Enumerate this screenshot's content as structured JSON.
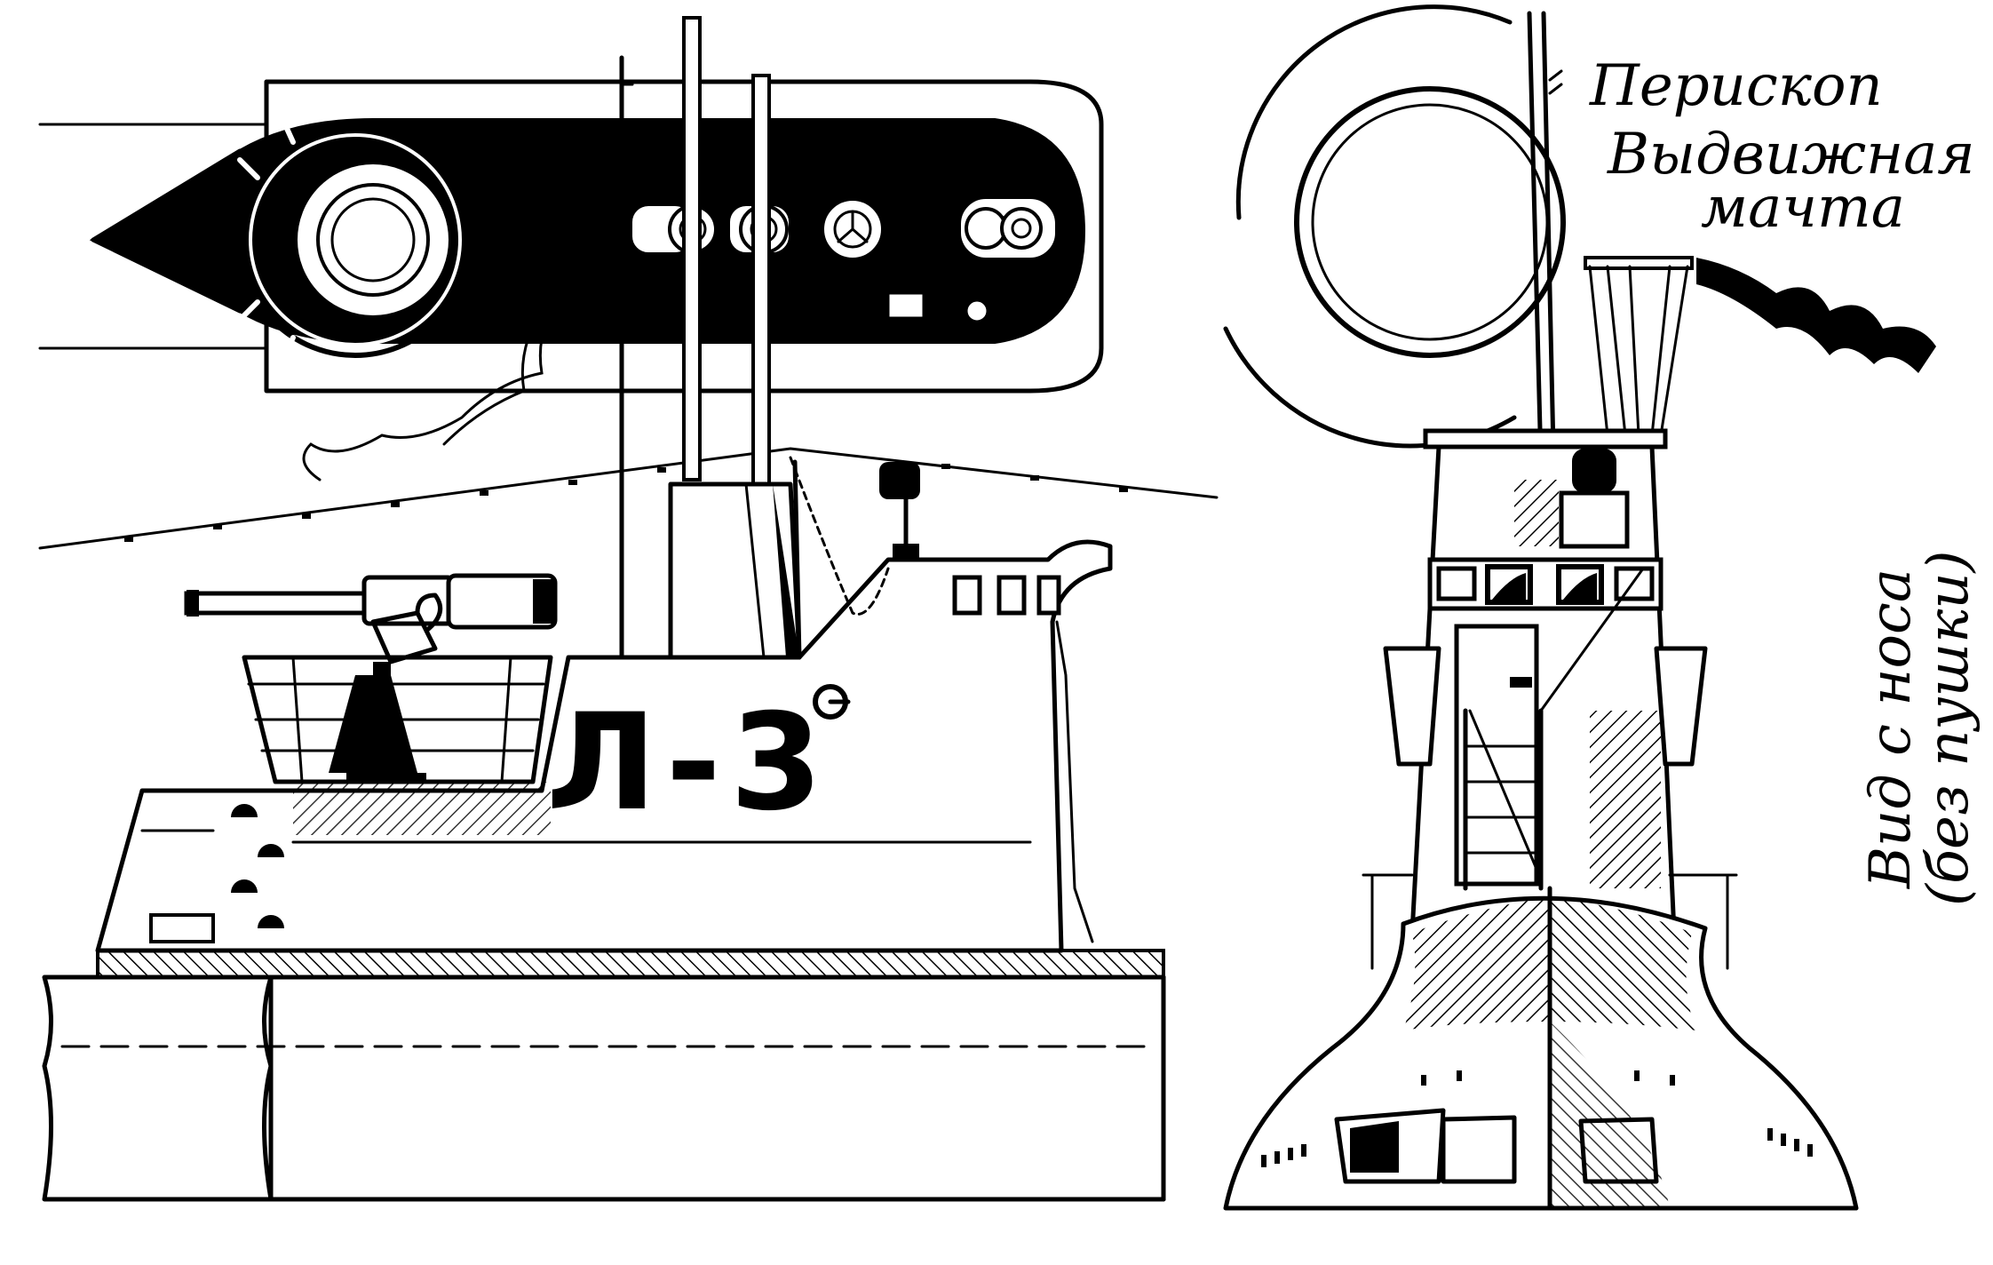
{
  "labels": {
    "periscope": "Перископ",
    "mast_line1": "Выдвижная",
    "mast_line2": "мачта",
    "front_view_line1": "Вид с носа",
    "front_view_line2": "(без пушки)"
  },
  "hull_number": "Л-3",
  "colors": {
    "ink": "#000000",
    "paper": "#ffffff"
  }
}
